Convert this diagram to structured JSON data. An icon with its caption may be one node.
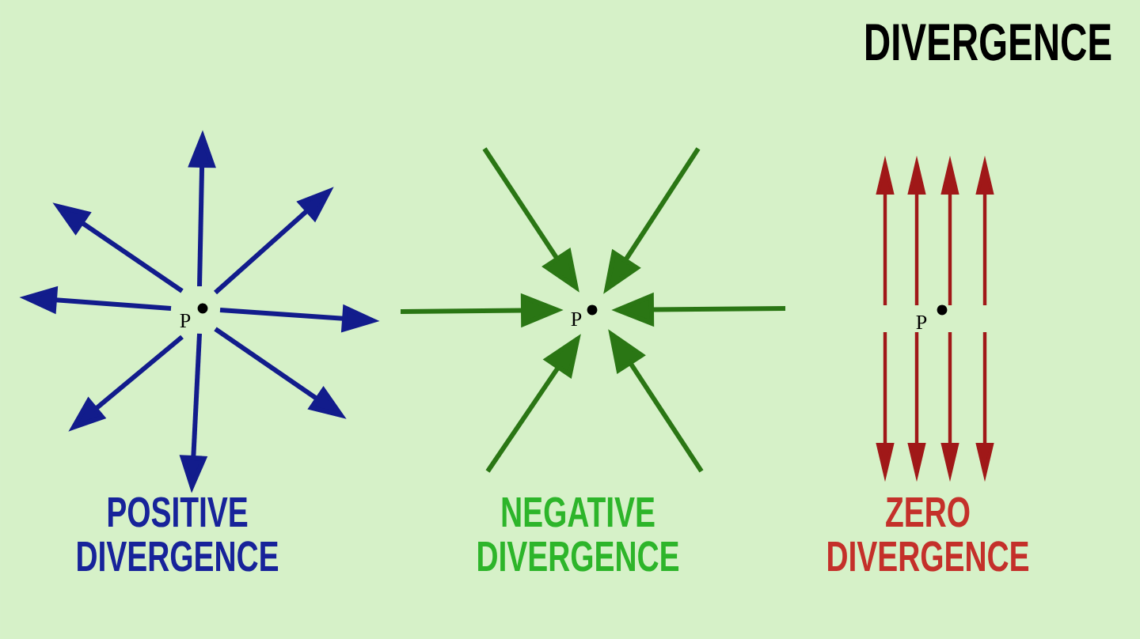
{
  "diagram": {
    "title": "DIVERGENCE",
    "labels": [
      "P",
      "P",
      "P",
      "POSITIVE DIVERGENCE",
      "NEGATIVE DIVERGENCE",
      "ZERO DIVERGENCE"
    ]
  }
}
